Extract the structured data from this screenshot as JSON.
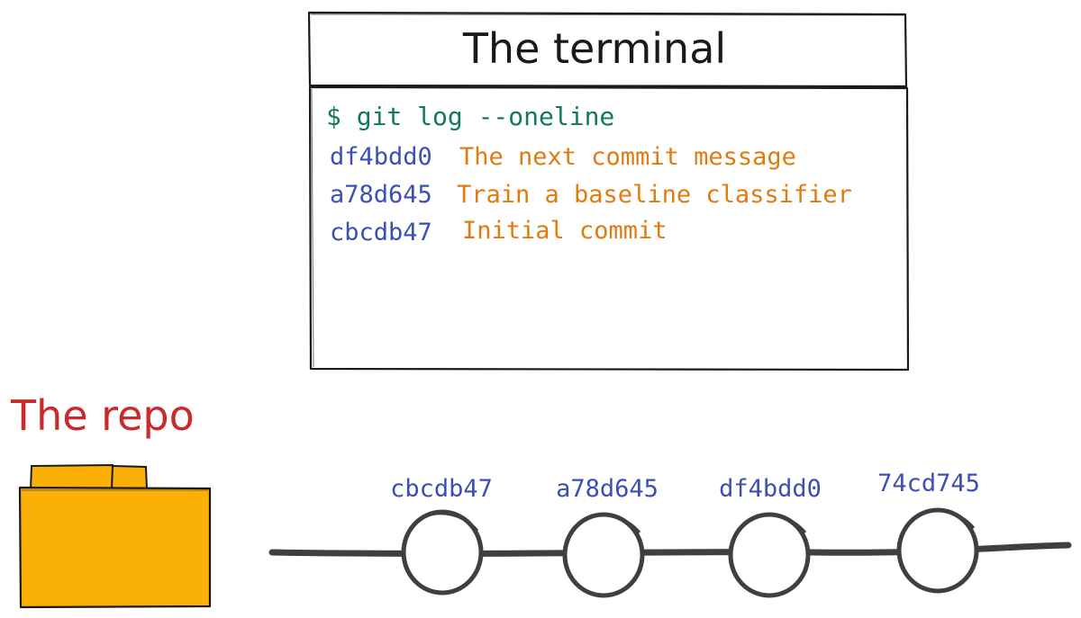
{
  "terminal": {
    "title": "The terminal",
    "command": "$ git log --oneline",
    "log": [
      {
        "hash": "df4bdd0",
        "message": "The next commit message"
      },
      {
        "hash": "a78d645",
        "message": "Train a baseline classifier"
      },
      {
        "hash": "cbcdb47",
        "message": "Initial commit"
      }
    ]
  },
  "repo": {
    "label": "The repo"
  },
  "timeline": {
    "commits": [
      {
        "hash": "cbcdb47"
      },
      {
        "hash": "a78d645"
      },
      {
        "hash": "df4bdd0"
      },
      {
        "hash": "74cd745"
      }
    ]
  },
  "colors": {
    "command": "#0f7a5f",
    "hash": "#3b4fb5",
    "message": "#e07b12",
    "repo_label": "#c92a2a",
    "folder": "#fab005",
    "line": "#3d4043",
    "stroke": "#1a1a1a"
  }
}
